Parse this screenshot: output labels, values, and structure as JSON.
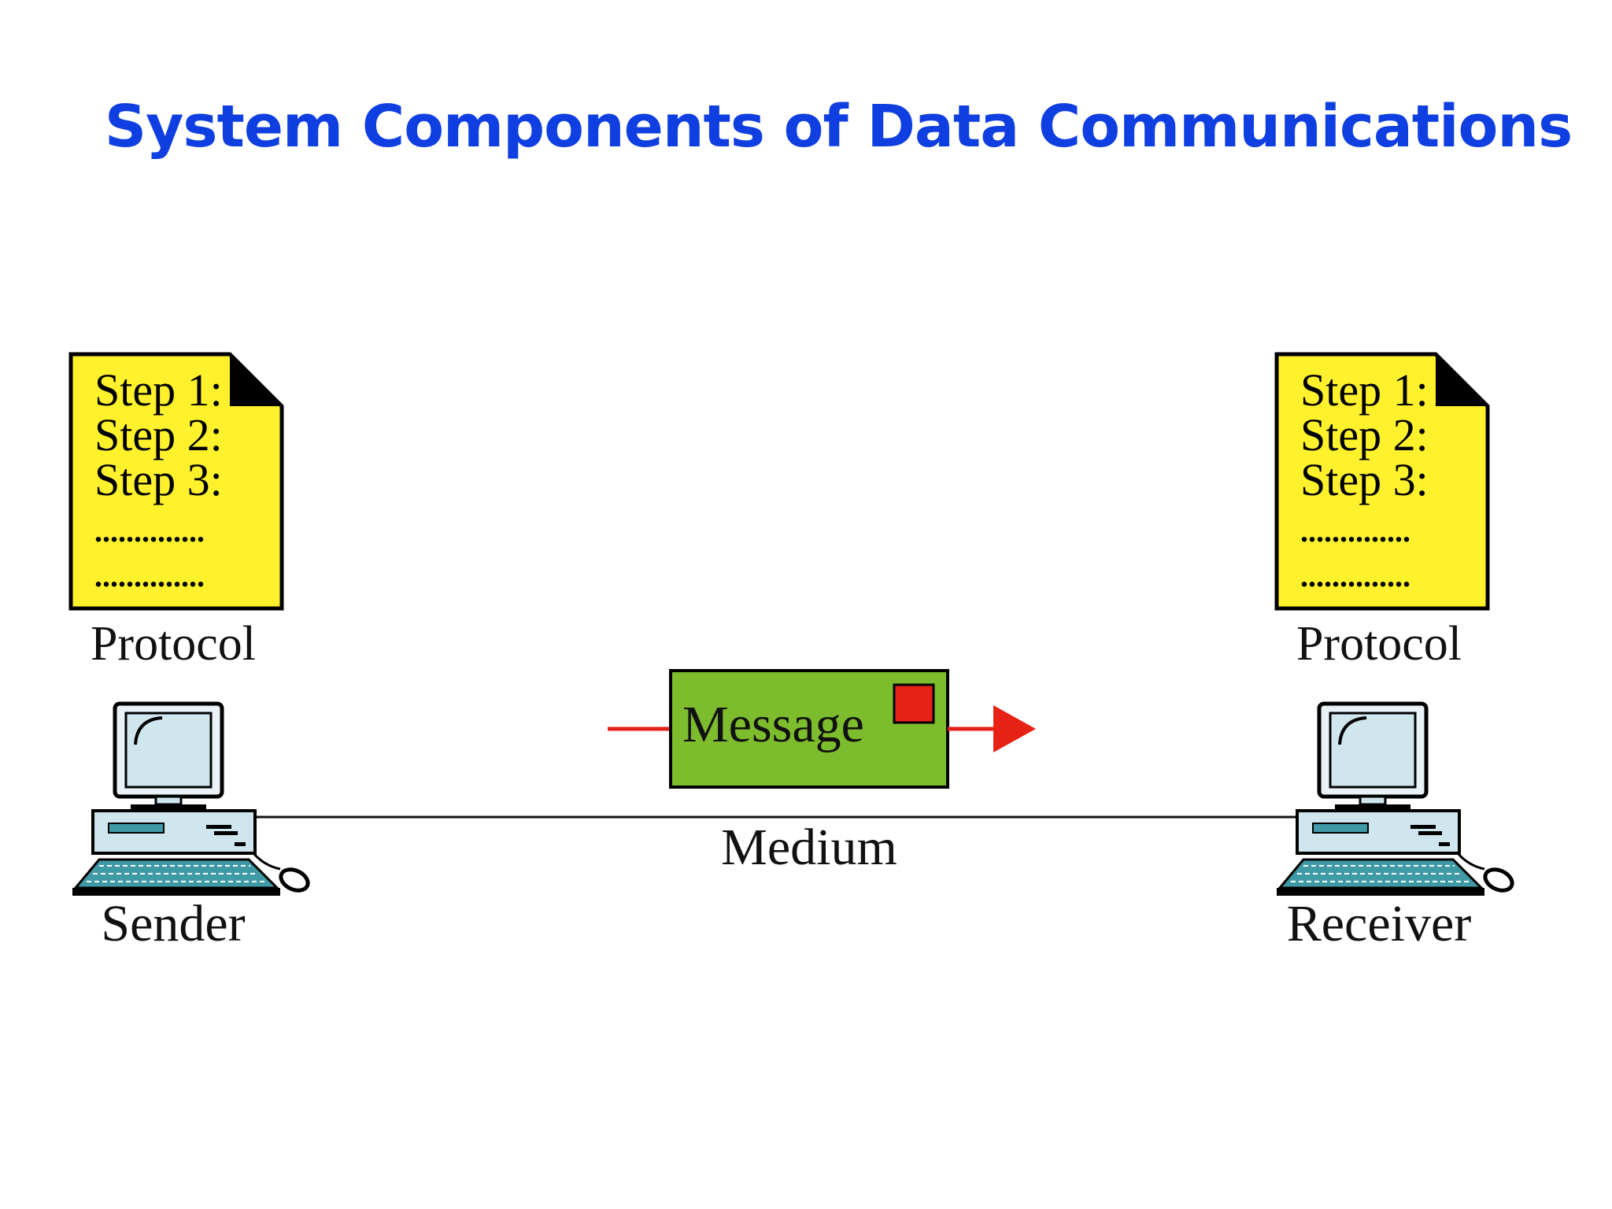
{
  "title": "System Components of Data Communications",
  "protocol_sender": {
    "lines": [
      "Step 1:",
      "Step 2:",
      "Step 3:"
    ],
    "dots": "..............",
    "label": "Protocol"
  },
  "protocol_receiver": {
    "lines": [
      "Step 1:",
      "Step 2:",
      "Step 3:"
    ],
    "dots": "..............",
    "label": "Protocol"
  },
  "message": {
    "label": "Message"
  },
  "medium": {
    "label": "Medium"
  },
  "sender": {
    "label": "Sender"
  },
  "receiver": {
    "label": "Receiver"
  },
  "colors": {
    "title": "#0f3fe0",
    "protocol_doc": "#fff22c",
    "message_box": "#7dbc2c",
    "stamp": "#e82116",
    "arrow": "#e82116",
    "monitor_screen": "#cfe6ee",
    "computer_body": "#cfe6ee",
    "keyboard": "#3f9aa6"
  },
  "icons": {
    "sender_computer": "desktop-computer-icon",
    "receiver_computer": "desktop-computer-icon",
    "protocol_doc": "document-icon",
    "stamp": "stamp-icon"
  }
}
